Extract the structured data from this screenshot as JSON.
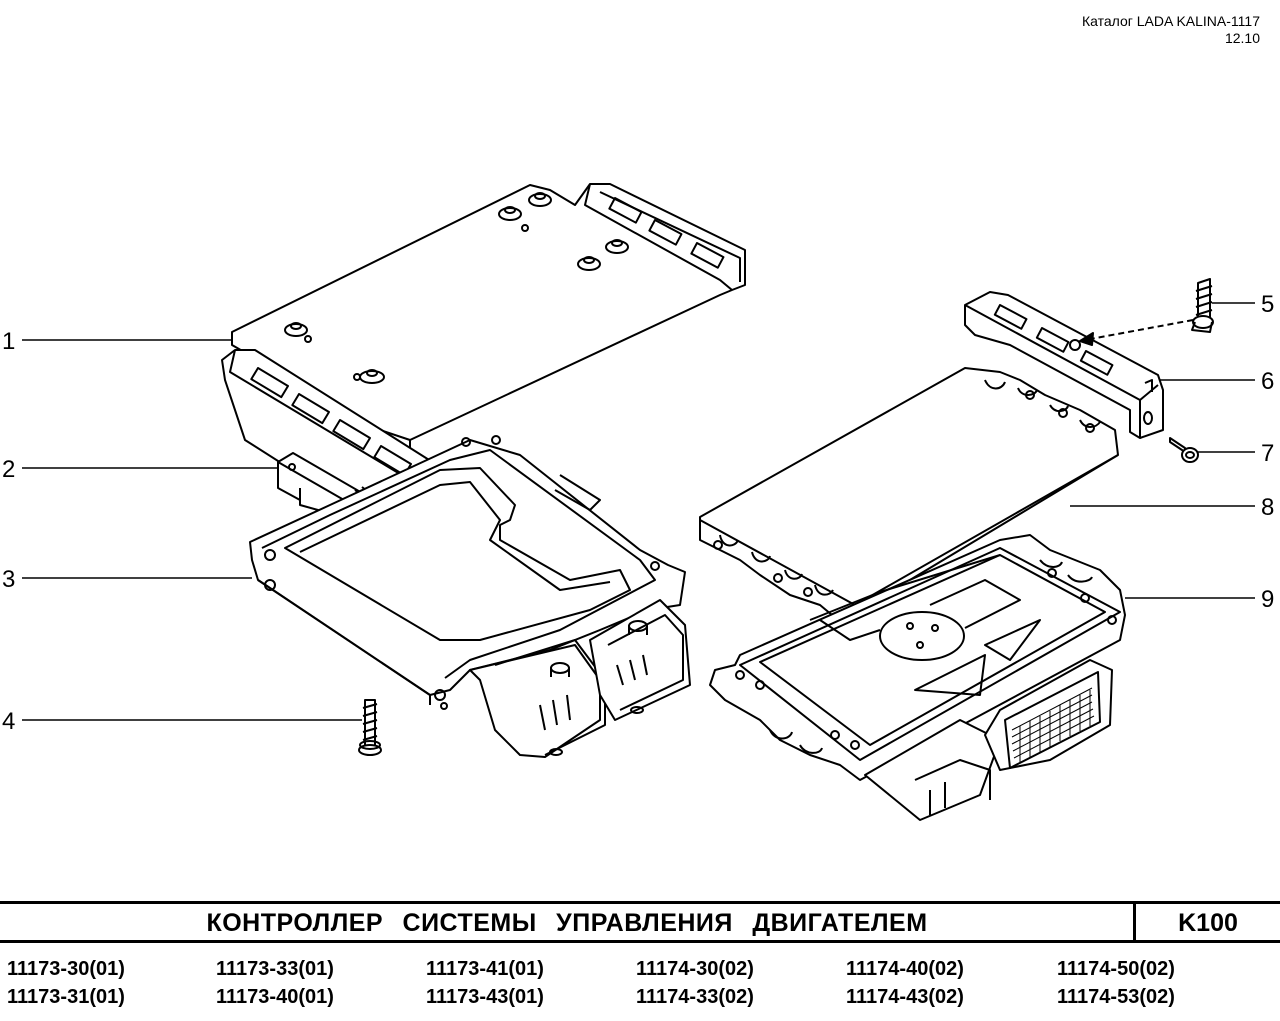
{
  "header": {
    "catalog": "Каталог LADA KALINA-1117",
    "date": "12.10"
  },
  "callouts": [
    "1",
    "2",
    "3",
    "4",
    "5",
    "6",
    "7",
    "8",
    "9"
  ],
  "title": "КОНТРОЛЛЕР СИСТЕМЫ УПРАВЛЕНИЯ ДВИГАТЕЛЕМ",
  "code": "K100",
  "models": [
    "11173-30(01)",
    "11173-33(01)",
    "11173-41(01)",
    "11174-30(02)",
    "11174-40(02)",
    "11174-50(02)",
    "11173-31(01)",
    "11173-40(01)",
    "11173-43(01)",
    "11174-33(02)",
    "11174-43(02)",
    "11174-53(02)"
  ]
}
